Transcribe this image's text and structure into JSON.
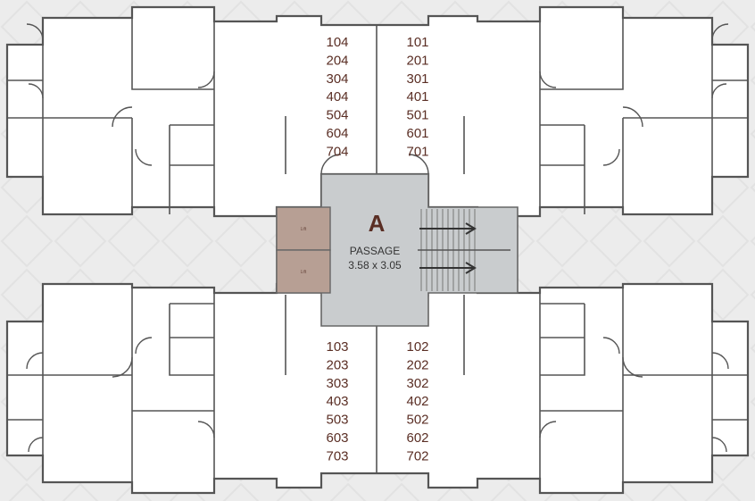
{
  "core": {
    "letter": "A",
    "passage_label": "PASSAGE",
    "passage_size": "3.58 x 3.05",
    "lift_label": "Lift"
  },
  "units": {
    "top_left": [
      "104",
      "204",
      "304",
      "404",
      "504",
      "604",
      "704"
    ],
    "top_right": [
      "101",
      "201",
      "301",
      "401",
      "501",
      "601",
      "701"
    ],
    "bottom_left": [
      "103",
      "203",
      "303",
      "403",
      "503",
      "603",
      "703"
    ],
    "bottom_right": [
      "102",
      "202",
      "302",
      "402",
      "502",
      "602",
      "702"
    ]
  },
  "colors": {
    "background": "#ececec",
    "passage": "#c9ccce",
    "lift": "#b79f94",
    "text": "#5a2e24"
  }
}
